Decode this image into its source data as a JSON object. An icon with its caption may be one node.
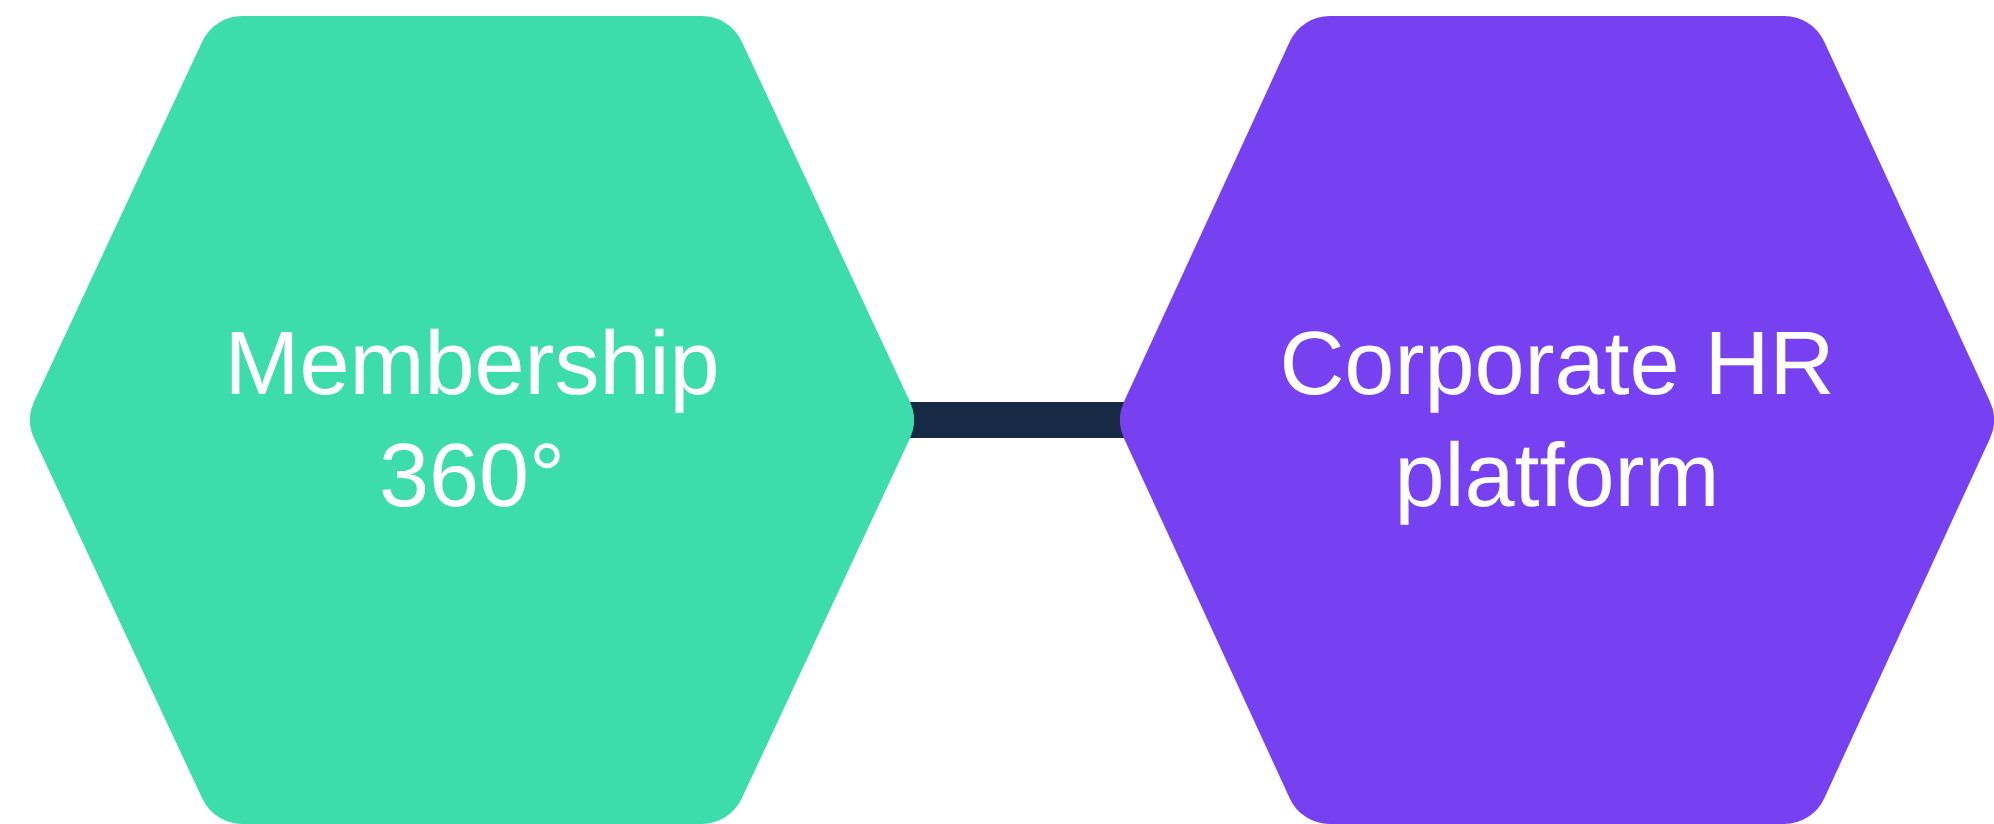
{
  "diagram": {
    "nodes": [
      {
        "text": [
          "Membership 360°"
        ]
      },
      {
        "text": [
          "Corporate HR platform"
        ]
      }
    ],
    "edges": [
      {
        "from": 0,
        "to": 1,
        "arrow": "none"
      }
    ]
  }
}
